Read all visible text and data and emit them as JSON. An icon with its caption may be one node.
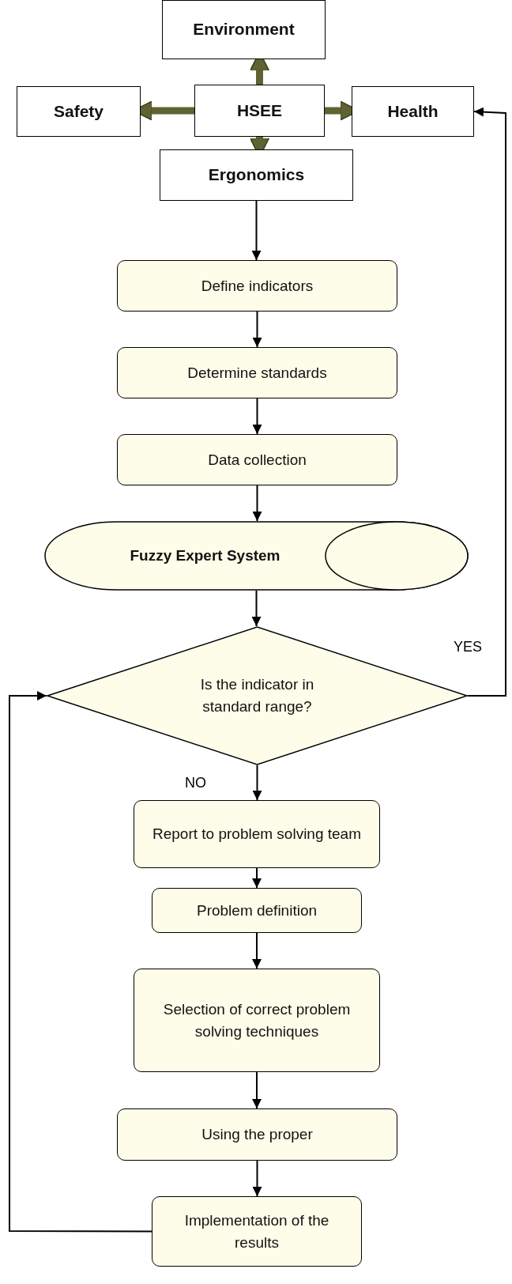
{
  "diagram": {
    "nodes": [
      {
        "text": [
          "Environment"
        ]
      },
      {
        "text": [
          "HSEE"
        ]
      },
      {
        "text": [
          "Safety"
        ]
      },
      {
        "text": [
          "Health"
        ]
      },
      {
        "text": [
          "Ergonomics"
        ]
      },
      {
        "text": [
          "Define indicators"
        ]
      },
      {
        "text": [
          "Determine standards"
        ]
      },
      {
        "text": [
          "Data collection"
        ]
      },
      {
        "text": [
          "Fuzzy Expert System"
        ]
      },
      {
        "text": [
          "Is the indicator in standard range?"
        ]
      },
      {
        "text": [
          "Report to problem solving team"
        ]
      },
      {
        "text": [
          "Problem definition"
        ]
      },
      {
        "text": [
          "Selection of correct problem solving techniques"
        ]
      },
      {
        "text": [
          "Using the proper"
        ]
      },
      {
        "text": [
          "Implementation of the results"
        ]
      }
    ],
    "edges": [
      {
        "from": 1,
        "to": 0,
        "arrow": "to",
        "style": "thick",
        "color": "#5f6232"
      },
      {
        "from": 1,
        "to": 2,
        "arrow": "to",
        "style": "thick",
        "color": "#5f6232"
      },
      {
        "from": 1,
        "to": 3,
        "arrow": "to",
        "style": "thick",
        "color": "#5f6232"
      },
      {
        "from": 1,
        "to": 4,
        "arrow": "to",
        "style": "thick",
        "color": "#5f6232"
      },
      {
        "from": 4,
        "to": 5,
        "arrow": "to"
      },
      {
        "from": 5,
        "to": 6,
        "arrow": "to"
      },
      {
        "from": 6,
        "to": 7,
        "arrow": "to"
      },
      {
        "from": 7,
        "to": 8,
        "arrow": "to"
      },
      {
        "from": 8,
        "to": 9,
        "arrow": "to"
      },
      {
        "from": 9,
        "to": 3,
        "arrow": "to",
        "label": "YES"
      },
      {
        "from": 9,
        "to": 10,
        "arrow": "to",
        "label": "NO"
      },
      {
        "from": 10,
        "to": 11,
        "arrow": "to"
      },
      {
        "from": 11,
        "to": 12,
        "arrow": "to"
      },
      {
        "from": 12,
        "to": 13,
        "arrow": "to"
      },
      {
        "from": 13,
        "to": 14,
        "arrow": "to"
      },
      {
        "from": 14,
        "to": 9,
        "arrow": "to"
      }
    ]
  }
}
